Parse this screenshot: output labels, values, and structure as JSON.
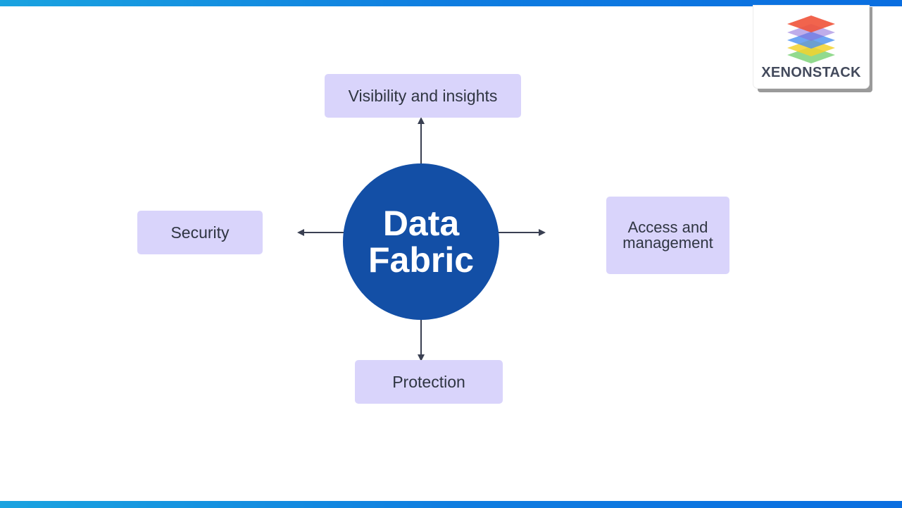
{
  "brand": {
    "name": "XENONSTACK",
    "accent_color": "#134fa6",
    "bar_color": "#0f7de0",
    "box_color": "#d9d4fb",
    "logo_icon": "stacked-layers-icon"
  },
  "diagram": {
    "center": {
      "label": "Data Fabric"
    },
    "nodes": {
      "top": "Visibility and insights",
      "left": "Security",
      "right": "Access and management",
      "bottom": "Protection"
    },
    "arrow_color": "#3a4052"
  }
}
